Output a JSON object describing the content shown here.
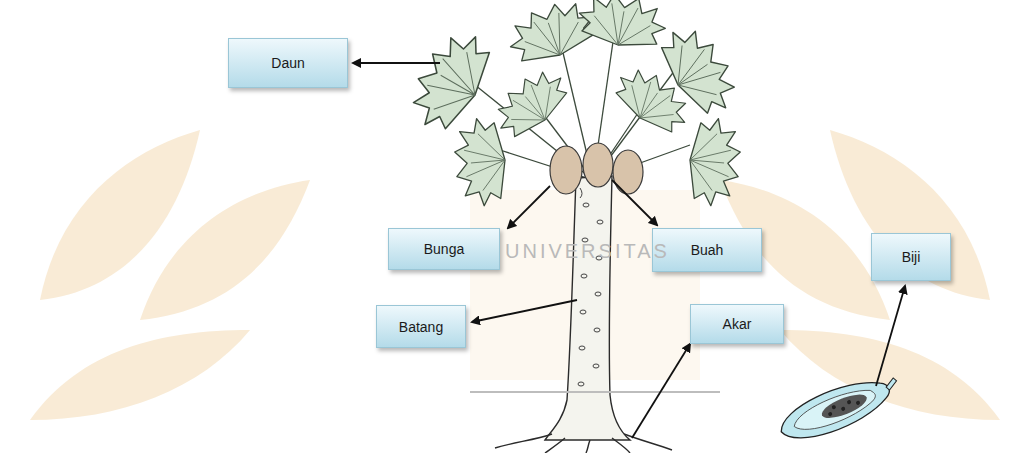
{
  "diagram": {
    "nodes": [
      {
        "text": [
          "Daun"
        ]
      },
      {
        "text": [
          "Bunga"
        ]
      },
      {
        "text": [
          "Buah"
        ]
      },
      {
        "text": [
          "Biji"
        ]
      },
      {
        "text": [
          "Batang"
        ]
      },
      {
        "text": [
          "Akar"
        ]
      }
    ],
    "labels": [
      "UNIVERSITAS"
    ]
  }
}
